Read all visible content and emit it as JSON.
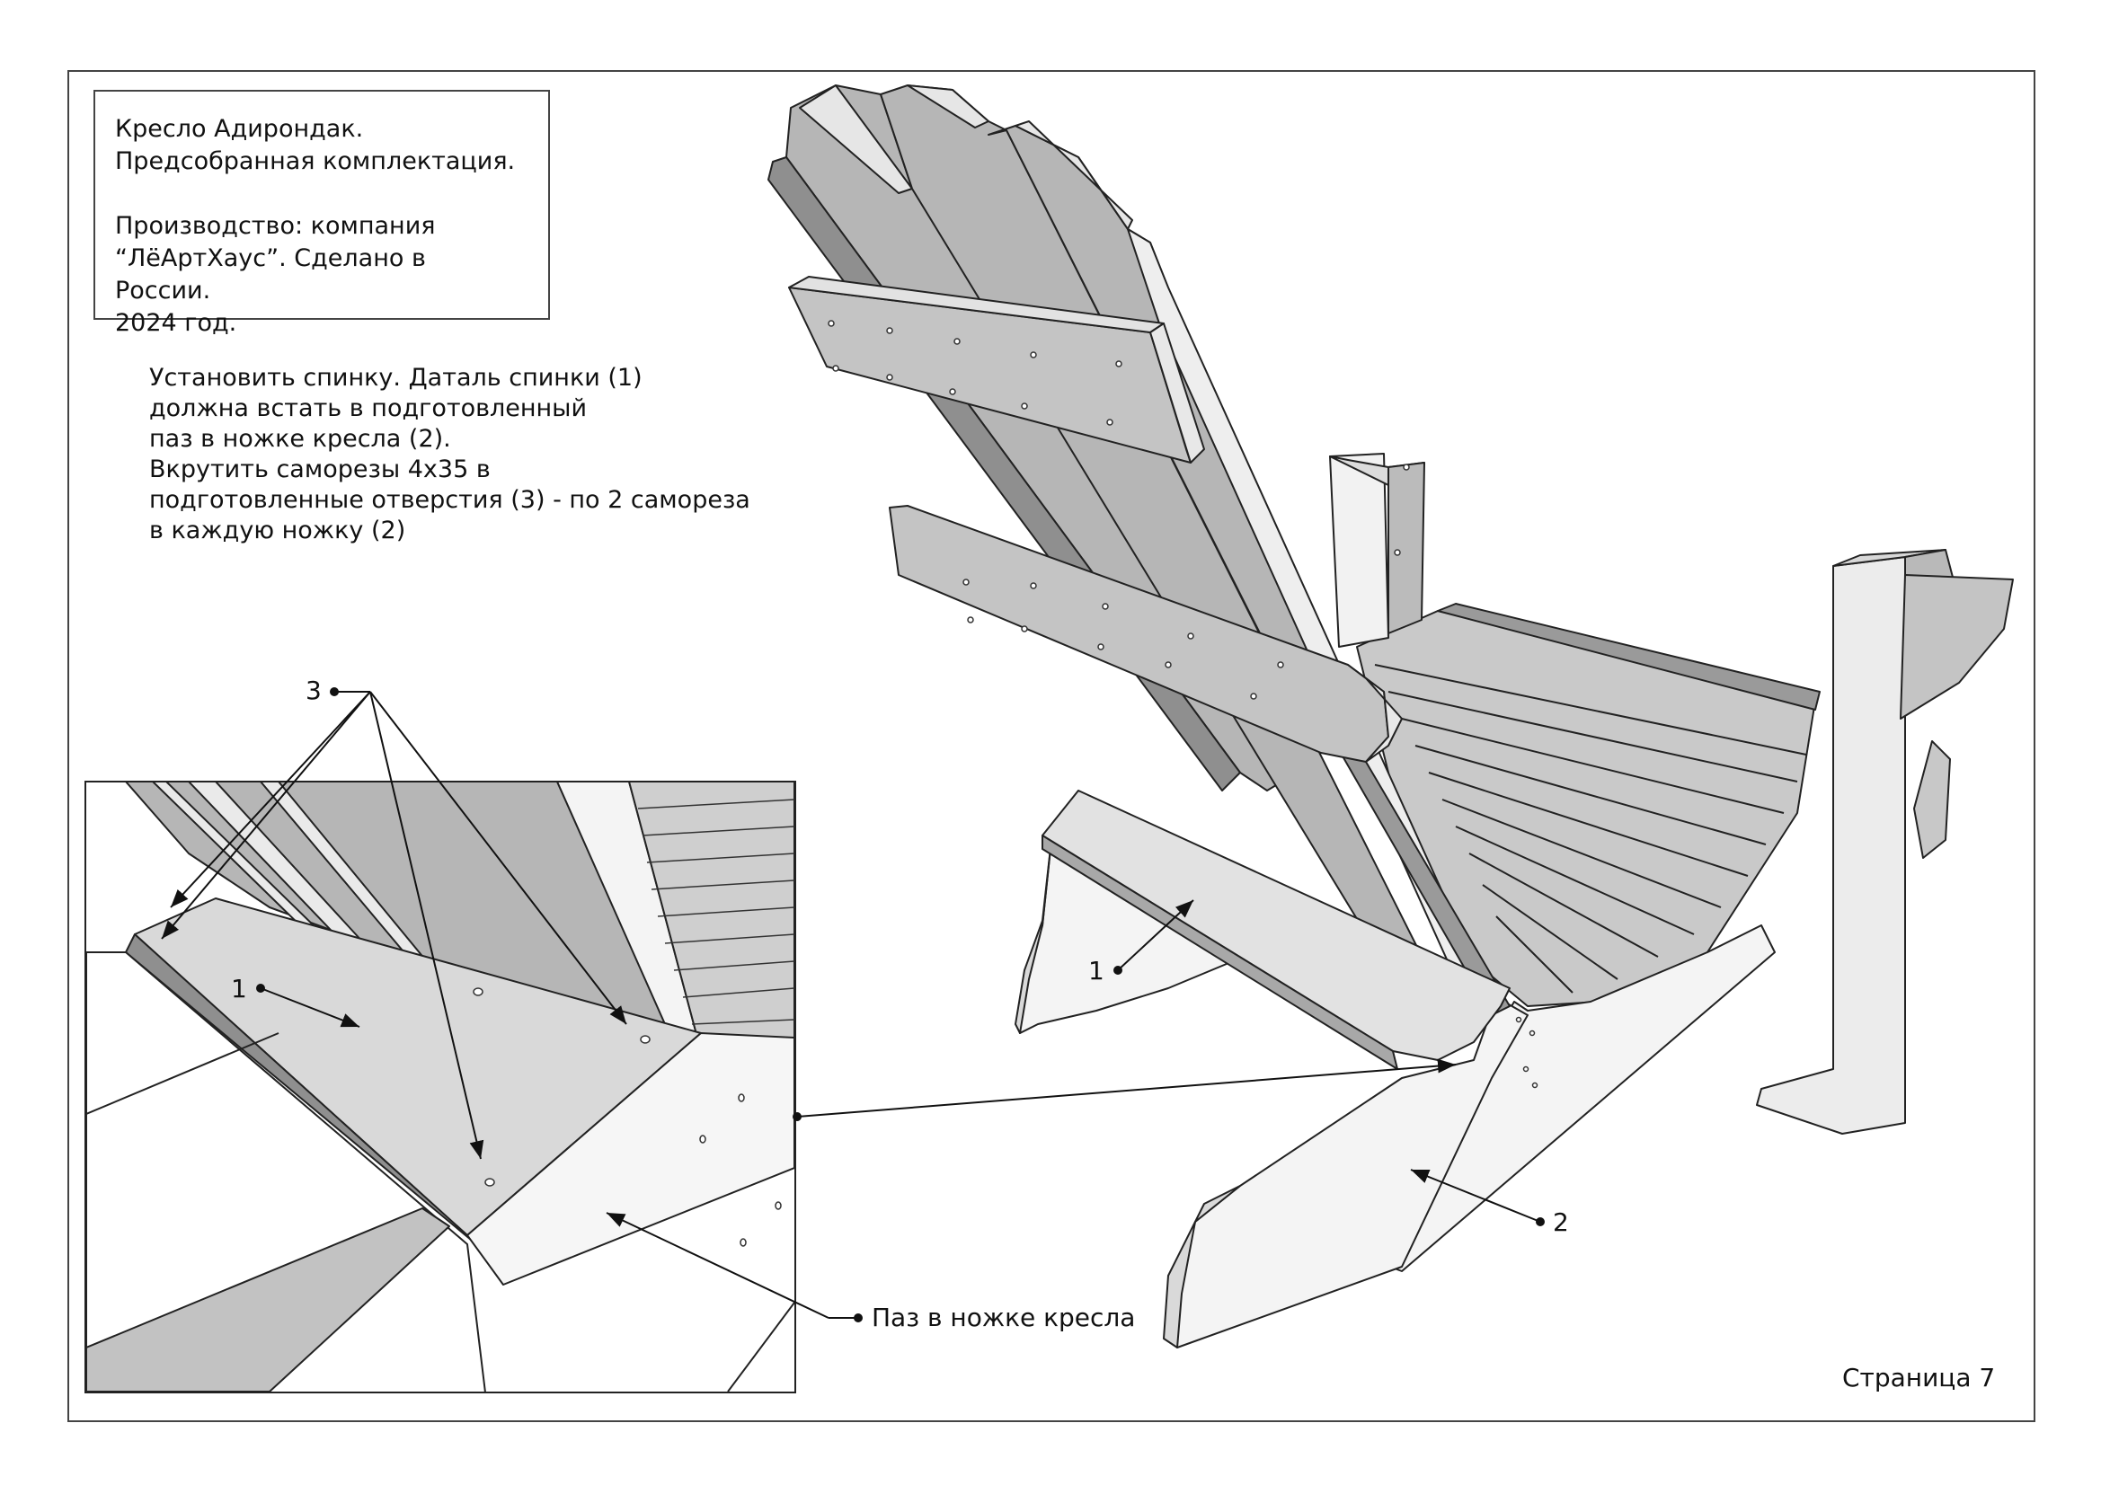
{
  "title_block": {
    "line1": "Кресло Адирондак.",
    "line2": "Предсобранная комплектация.",
    "line3": "Производство: компания",
    "line4": "“ЛёАртХаус”. Сделано в России.",
    "line5": "2024 год."
  },
  "instructions": {
    "line1": "Установить спинку. Даталь спинки (1)",
    "line2": "должна встать в подготовленный",
    "line3": "паз в ножке кресла (2).",
    "line4": "Вкрутить саморезы 4х35 в",
    "line5": "подготовленные отверстия (3) - по 2 самореза",
    "line6": "в каждую ножку (2)"
  },
  "callouts": {
    "label_3": "3",
    "label_1_inset": "1",
    "label_1_main": "1",
    "label_2_main": "2",
    "slot_label": "Паз в ножке кресла"
  },
  "page": {
    "number_label": "Страница 7"
  }
}
